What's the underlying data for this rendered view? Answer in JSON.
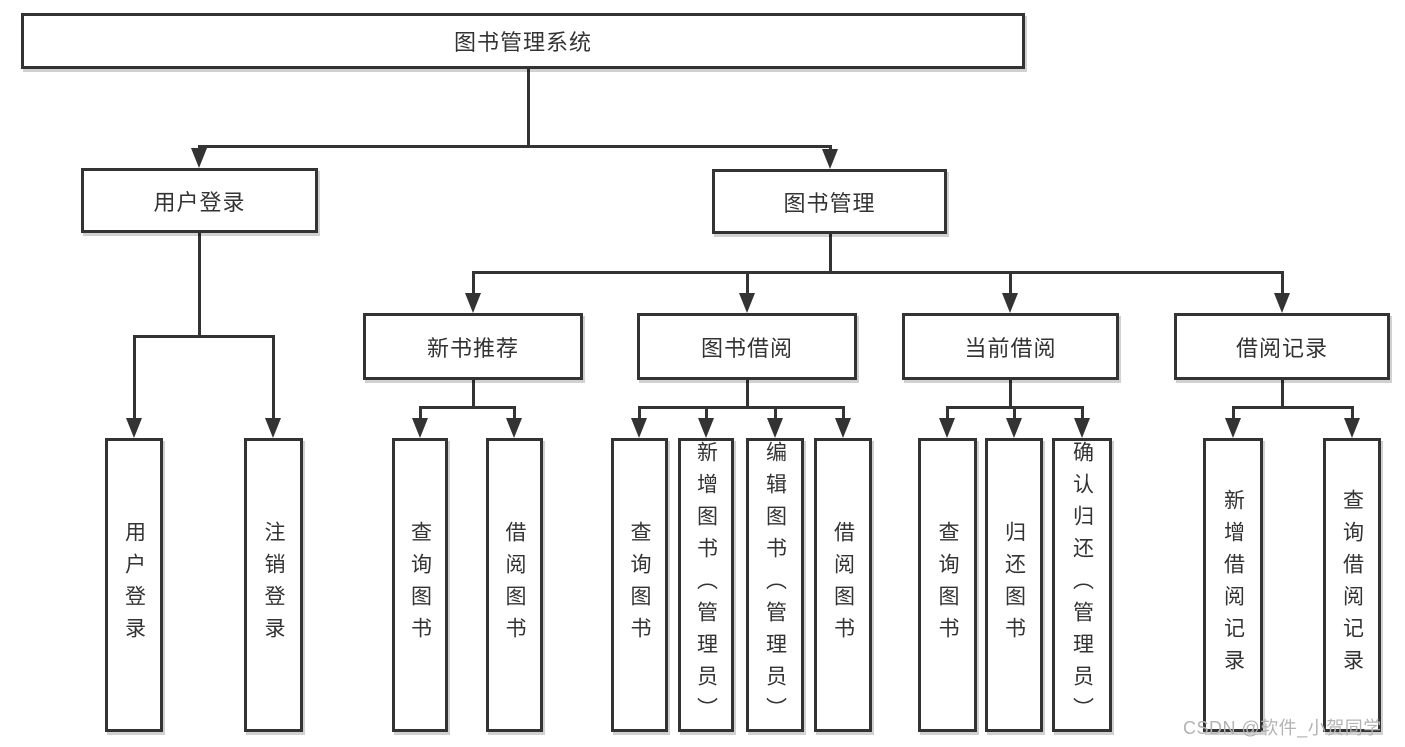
{
  "diagram_title": "图书管理系统",
  "nodes": {
    "root": "图书管理系统",
    "l2_user_login": "用户登录",
    "l2_book_mgmt": "图书管理",
    "l3_new_books": "新书推荐",
    "l3_borrow": "图书借阅",
    "l3_current": "当前借阅",
    "l3_records": "借阅记录",
    "leaf_user_login": "用户登录",
    "leaf_logout": "注销登录",
    "leaf_nb_query": "查询图书",
    "leaf_nb_borrow": "借阅图书",
    "leaf_bw_query": "查询图书",
    "leaf_bw_add": "新增图书（管理员）",
    "leaf_bw_edit": "编辑图书（管理员）",
    "leaf_bw_borrow": "借阅图书",
    "leaf_cur_query": "查询图书",
    "leaf_cur_return": "归还图书",
    "leaf_cur_confirm": "确认归还（管理员）",
    "leaf_rec_add": "新增借阅记录",
    "leaf_rec_query": "查询借阅记录"
  },
  "hierarchy": {
    "图书管理系统": {
      "用户登录": [
        "用户登录",
        "注销登录"
      ],
      "图书管理": {
        "新书推荐": [
          "查询图书",
          "借阅图书"
        ],
        "图书借阅": [
          "查询图书",
          "新增图书（管理员）",
          "编辑图书（管理员）",
          "借阅图书"
        ],
        "当前借阅": [
          "查询图书",
          "归还图书",
          "确认归还（管理员）"
        ],
        "借阅记录": [
          "新增借阅记录",
          "查询借阅记录"
        ]
      }
    }
  },
  "watermark": {
    "text": "CSDN @软件_小贺同学"
  },
  "colors": {
    "line": "#333333",
    "text": "#333333",
    "watermark": "#b3b3b3",
    "background": "#ffffff"
  }
}
